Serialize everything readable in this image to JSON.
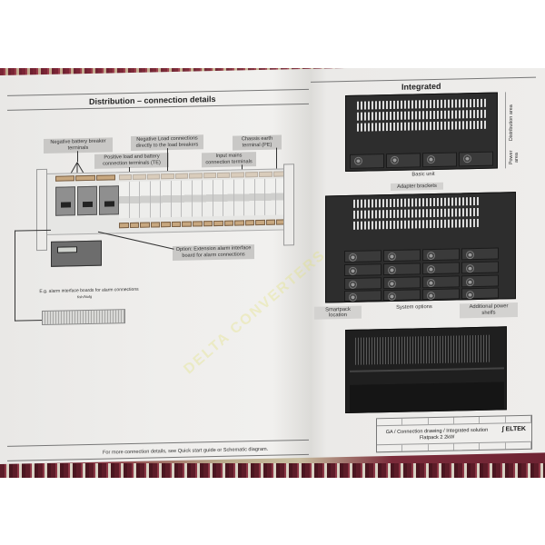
{
  "document": {
    "left_page": {
      "title": "Distribution – connection details",
      "callouts": {
        "negative_battery": "Negative battery breaker terminals",
        "positive_load": "Positive load and battery connection terminals (TE)",
        "negative_load": "Negative Load connections directly to the load breakers",
        "chassis_earth": "Chassis earth terminal (PE)",
        "input_mains": "Input mains connection terminals",
        "extension_alarm": "Option: Extension alarm interface board for alarm connections"
      },
      "alarm_board_caption": "E.g. alarm interface boards for alarm connections",
      "alarm_board_sub": "Ksh/Nofg",
      "footer_note": "For more connection details, see Quick start guide or Schematic diagram."
    },
    "right_page": {
      "title": "Integrated",
      "side_labels": {
        "distribution_area": "Distribution area",
        "power_area": "Power area"
      },
      "captions": {
        "basic_unit": "Basic unit",
        "adapter_brackets": "Adapter brackets",
        "smartpack_location": "Smartpack location",
        "system_options": "System options",
        "additional_power_shelfs": "Additional power shelfs"
      },
      "title_block": {
        "title_line1": "GA / Connection drawing / Integrated solution",
        "title_line2": "Flatpack 2 2kW",
        "logo": "ELTEK"
      }
    },
    "watermark": "DELTA CONVERTERS",
    "colors": {
      "paper": "#efeeec",
      "callout_bg": "#c9c8c6",
      "rack_dark": "#2d2d2d",
      "terminal_copper": "#c7a77f",
      "carpet": "#7a2a38",
      "watermark": "#e2e278"
    }
  }
}
